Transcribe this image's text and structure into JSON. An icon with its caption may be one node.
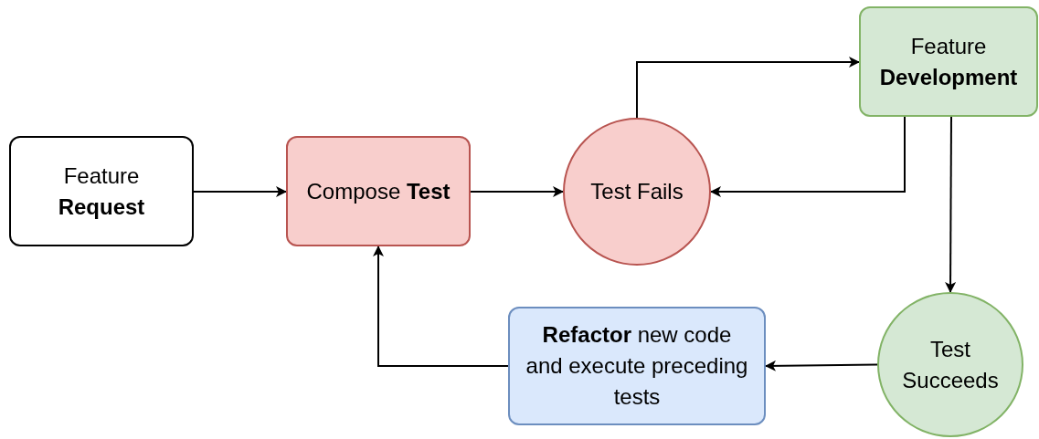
{
  "diagram": {
    "nodes": [
      {
        "text": [
          "Feature **Request**"
        ]
      },
      {
        "text": [
          "Compose **Test**"
        ]
      },
      {
        "text": [
          "Test Fails"
        ]
      },
      {
        "text": [
          "Feature **Development**"
        ]
      },
      {
        "text": [
          "Test Succeeds"
        ]
      },
      {
        "text": [
          "**Refactor** new code and execute preceding tests"
        ]
      }
    ],
    "edges": [
      {
        "from": 0,
        "to": 1,
        "arrow": "to"
      },
      {
        "from": 1,
        "to": 2,
        "arrow": "to"
      },
      {
        "from": 2,
        "to": 3,
        "arrow": "to"
      },
      {
        "from": 3,
        "to": 2,
        "arrow": "to"
      },
      {
        "from": 3,
        "to": 4,
        "arrow": "to"
      },
      {
        "from": 4,
        "to": 5,
        "arrow": "to"
      },
      {
        "from": 5,
        "to": 1,
        "arrow": "to"
      }
    ]
  }
}
